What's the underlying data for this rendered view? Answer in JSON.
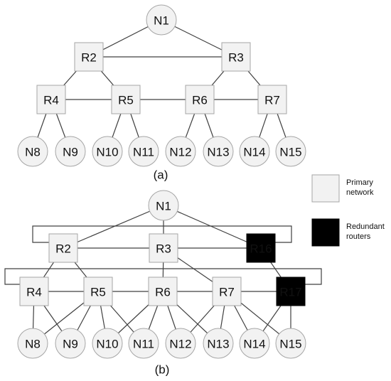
{
  "colors": {
    "primary_fill": "#f2f2f2",
    "node_stroke": "#a6a6a6",
    "redundant_fill": "#000000",
    "redundant_text": "#ffffff",
    "edge": "#404040"
  },
  "diagram_a": {
    "caption": "(a)",
    "nodes": [
      {
        "id": "N1",
        "label": "N1",
        "shape": "circle"
      },
      {
        "id": "R2",
        "label": "R2",
        "shape": "square"
      },
      {
        "id": "R3",
        "label": "R3",
        "shape": "square"
      },
      {
        "id": "R4",
        "label": "R4",
        "shape": "square"
      },
      {
        "id": "R5",
        "label": "R5",
        "shape": "square"
      },
      {
        "id": "R6",
        "label": "R6",
        "shape": "square"
      },
      {
        "id": "R7",
        "label": "R7",
        "shape": "square"
      },
      {
        "id": "N8",
        "label": "N8",
        "shape": "circle"
      },
      {
        "id": "N9",
        "label": "N9",
        "shape": "circle"
      },
      {
        "id": "N10",
        "label": "N10",
        "shape": "circle"
      },
      {
        "id": "N11",
        "label": "N11",
        "shape": "circle"
      },
      {
        "id": "N12",
        "label": "N12",
        "shape": "circle"
      },
      {
        "id": "N13",
        "label": "N13",
        "shape": "circle"
      },
      {
        "id": "N14",
        "label": "N14",
        "shape": "circle"
      },
      {
        "id": "N15",
        "label": "N15",
        "shape": "circle"
      }
    ],
    "edges": [
      [
        "N1",
        "R2"
      ],
      [
        "N1",
        "R3"
      ],
      [
        "R2",
        "R3"
      ],
      [
        "R2",
        "R4"
      ],
      [
        "R2",
        "R5"
      ],
      [
        "R3",
        "R6"
      ],
      [
        "R3",
        "R7"
      ],
      [
        "R4",
        "R5"
      ],
      [
        "R5",
        "R6"
      ],
      [
        "R6",
        "R7"
      ],
      [
        "R4",
        "N8"
      ],
      [
        "R4",
        "N9"
      ],
      [
        "R5",
        "N10"
      ],
      [
        "R5",
        "N11"
      ],
      [
        "R6",
        "N12"
      ],
      [
        "R6",
        "N13"
      ],
      [
        "R7",
        "N14"
      ],
      [
        "R7",
        "N15"
      ]
    ]
  },
  "diagram_b": {
    "caption": "(b)",
    "nodes": [
      {
        "id": "N1",
        "label": "N1",
        "shape": "circle"
      },
      {
        "id": "R2",
        "label": "R2",
        "shape": "square"
      },
      {
        "id": "R3",
        "label": "R3",
        "shape": "square"
      },
      {
        "id": "R16",
        "label": "R16",
        "shape": "square",
        "redundant": true
      },
      {
        "id": "R4",
        "label": "R4",
        "shape": "square"
      },
      {
        "id": "R5",
        "label": "R5",
        "shape": "square"
      },
      {
        "id": "R6",
        "label": "R6",
        "shape": "square"
      },
      {
        "id": "R7",
        "label": "R7",
        "shape": "square"
      },
      {
        "id": "R17",
        "label": "R17",
        "shape": "square",
        "redundant": true
      },
      {
        "id": "N8",
        "label": "N8",
        "shape": "circle"
      },
      {
        "id": "N9",
        "label": "N9",
        "shape": "circle"
      },
      {
        "id": "N10",
        "label": "N10",
        "shape": "circle"
      },
      {
        "id": "N11",
        "label": "N11",
        "shape": "circle"
      },
      {
        "id": "N12",
        "label": "N12",
        "shape": "circle"
      },
      {
        "id": "N13",
        "label": "N13",
        "shape": "circle"
      },
      {
        "id": "N14",
        "label": "N14",
        "shape": "circle"
      },
      {
        "id": "N15",
        "label": "N15",
        "shape": "circle"
      }
    ],
    "edges": [
      [
        "N1",
        "R2"
      ],
      [
        "N1",
        "R3"
      ],
      [
        "N1",
        "R16"
      ],
      [
        "R2",
        "R3"
      ],
      [
        "R3",
        "R16"
      ],
      [
        "R2",
        "R16",
        "loop"
      ],
      [
        "R2",
        "R4"
      ],
      [
        "R2",
        "R5"
      ],
      [
        "R3",
        "R6"
      ],
      [
        "R3",
        "R7"
      ],
      [
        "R16",
        "R17"
      ],
      [
        "R4",
        "R5"
      ],
      [
        "R5",
        "R6"
      ],
      [
        "R6",
        "R7"
      ],
      [
        "R7",
        "R17"
      ],
      [
        "R4",
        "R17",
        "loop"
      ],
      [
        "R4",
        "N8"
      ],
      [
        "R4",
        "N9"
      ],
      [
        "R5",
        "N8"
      ],
      [
        "R5",
        "N9"
      ],
      [
        "R5",
        "N10"
      ],
      [
        "R5",
        "N11"
      ],
      [
        "R6",
        "N10"
      ],
      [
        "R6",
        "N11"
      ],
      [
        "R6",
        "N12"
      ],
      [
        "R6",
        "N13"
      ],
      [
        "R7",
        "N12"
      ],
      [
        "R7",
        "N13"
      ],
      [
        "R7",
        "N14"
      ],
      [
        "R7",
        "N15"
      ],
      [
        "R17",
        "N14"
      ],
      [
        "R17",
        "N15"
      ]
    ]
  },
  "legend": [
    {
      "kind": "primary",
      "label_lines": [
        "Primary",
        "network"
      ]
    },
    {
      "kind": "redundant",
      "label_lines": [
        "Redundant",
        "routers"
      ]
    }
  ]
}
